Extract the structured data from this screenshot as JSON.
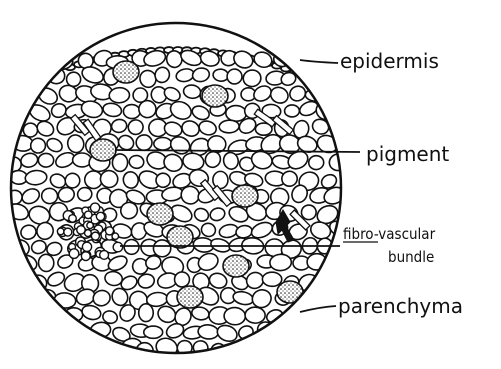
{
  "diagram": {
    "labels": {
      "epidermis": "epidermis",
      "pigment": "pigment",
      "fibro_vascular_line1": "fibro-vascular",
      "fibro_vascular_line2": "bundle",
      "parenchyma": "parenchyma"
    }
  }
}
